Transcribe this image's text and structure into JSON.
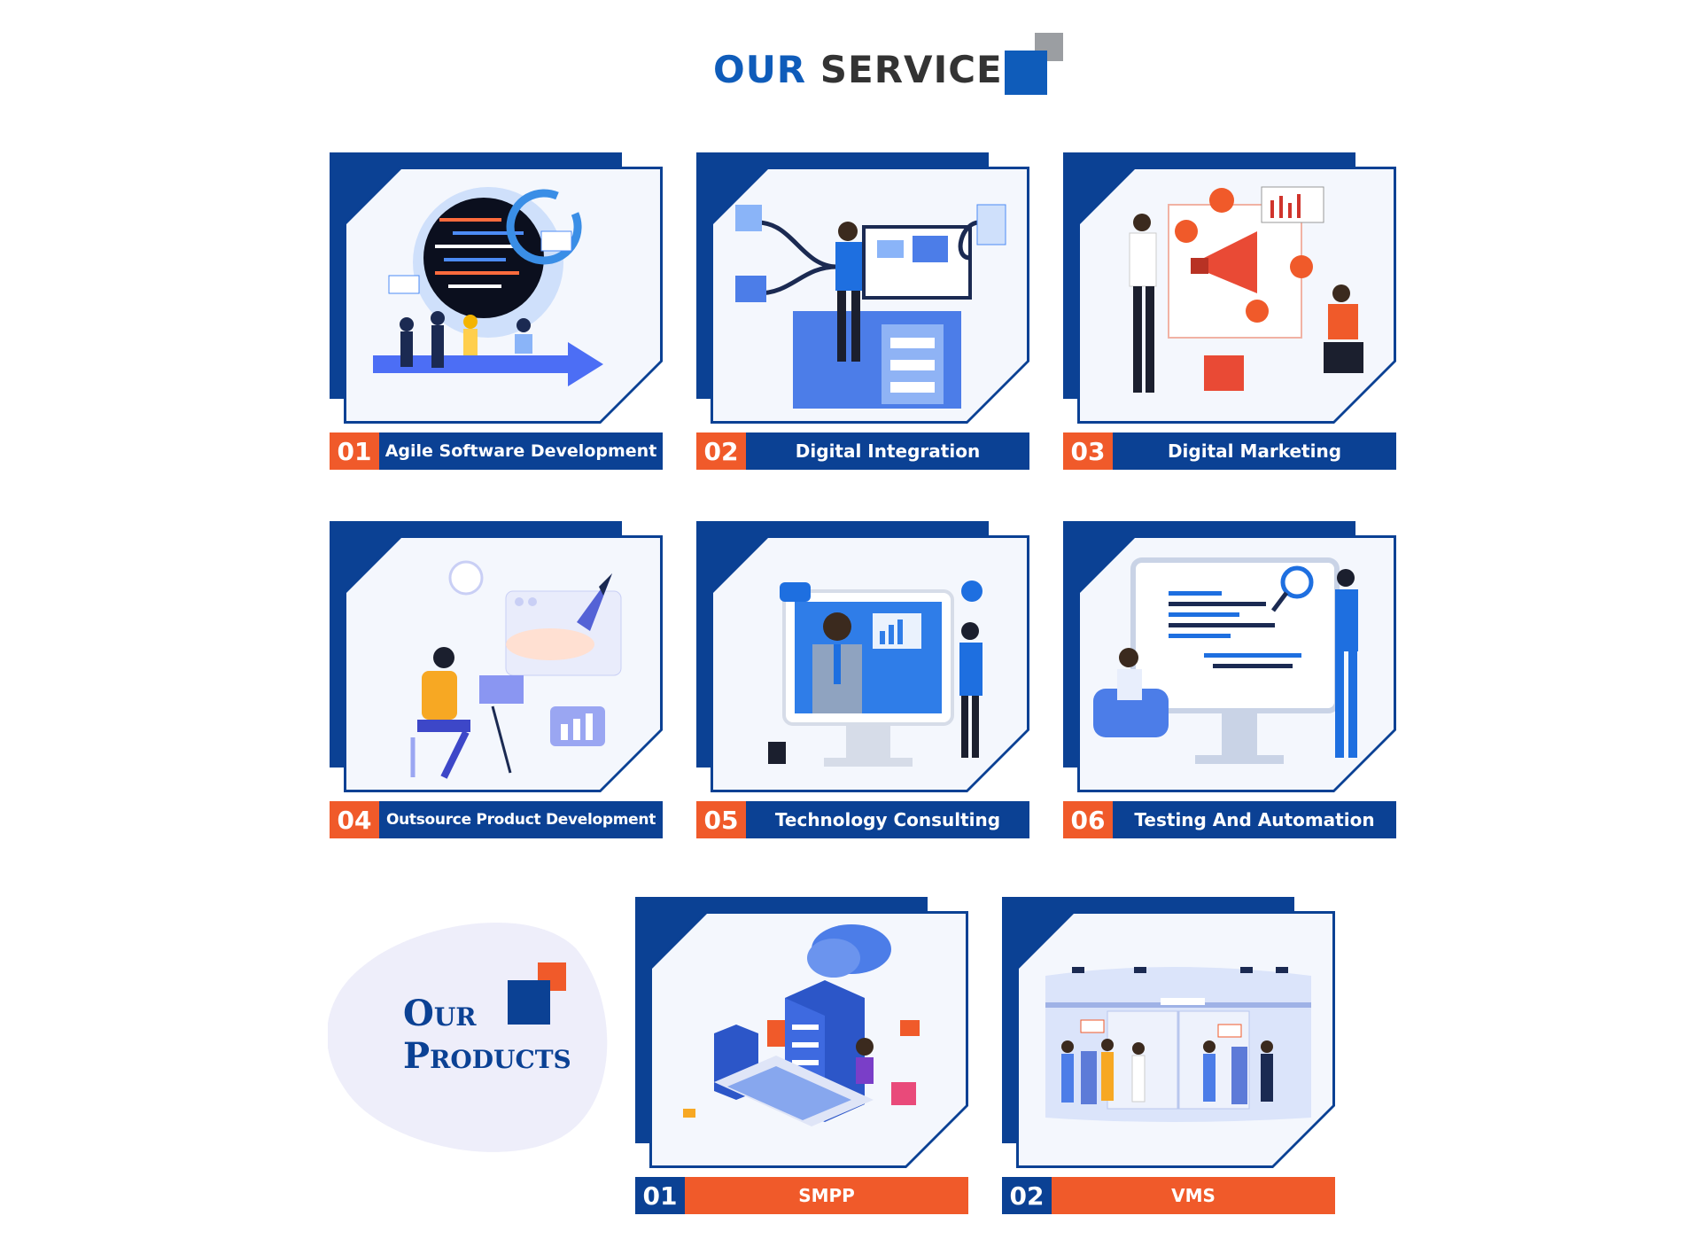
{
  "header": {
    "title_word1": "OUR",
    "title_word2": "SERVICES"
  },
  "colors": {
    "brand_blue": "#0b4194",
    "accent_orange": "#f05a2a",
    "title_blue": "#0f5cba",
    "title_gray": "#333333"
  },
  "services": [
    {
      "number": "01",
      "label": "Agile Software Development",
      "illustration": "agile-development-illustration"
    },
    {
      "number": "02",
      "label": "Digital Integration",
      "illustration": "digital-integration-illustration"
    },
    {
      "number": "03",
      "label": "Digital Marketing",
      "illustration": "digital-marketing-illustration"
    },
    {
      "number": "04",
      "label": "Outsource Product Development",
      "illustration": "outsource-development-illustration"
    },
    {
      "number": "05",
      "label": "Technology Consulting",
      "illustration": "technology-consulting-illustration"
    },
    {
      "number": "06",
      "label": "Testing And Automation",
      "illustration": "testing-automation-illustration"
    }
  ],
  "products_section": {
    "title_line1": "Our",
    "title_line2": "Products"
  },
  "products": [
    {
      "number": "01",
      "label": "SMPP",
      "illustration": "smpp-servers-illustration"
    },
    {
      "number": "02",
      "label": "VMS",
      "illustration": "vms-surveillance-illustration"
    }
  ]
}
